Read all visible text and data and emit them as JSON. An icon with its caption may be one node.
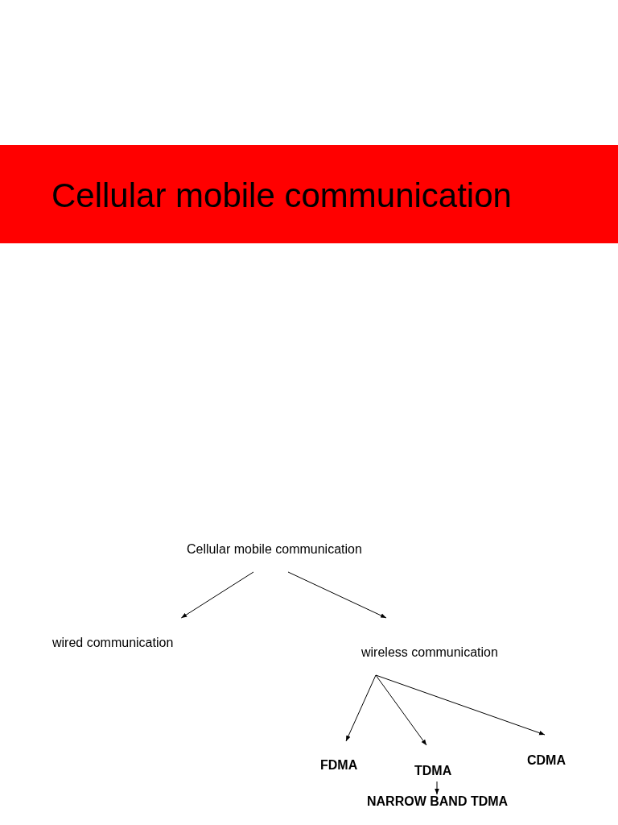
{
  "diagram": {
    "title": "Cellular mobile communication",
    "nodes": [
      {
        "text": [
          "Cellular mobile communication"
        ]
      },
      {
        "text": [
          "wired communication"
        ]
      },
      {
        "text": [
          "wireless communication"
        ]
      },
      {
        "text": [
          "FDMA"
        ]
      },
      {
        "text": [
          "TDMA"
        ]
      },
      {
        "text": [
          "CDMA"
        ]
      },
      {
        "text": [
          "NARROW BAND TDMA"
        ]
      }
    ],
    "edges": [
      {
        "from": 0,
        "to": 1,
        "arrow": "to"
      },
      {
        "from": 0,
        "to": 2,
        "arrow": "to"
      },
      {
        "from": 2,
        "to": 3,
        "arrow": "to"
      },
      {
        "from": 2,
        "to": 4,
        "arrow": "to"
      },
      {
        "from": 2,
        "to": 5,
        "arrow": "to"
      },
      {
        "from": 4,
        "to": 6,
        "arrow": "to"
      }
    ]
  }
}
